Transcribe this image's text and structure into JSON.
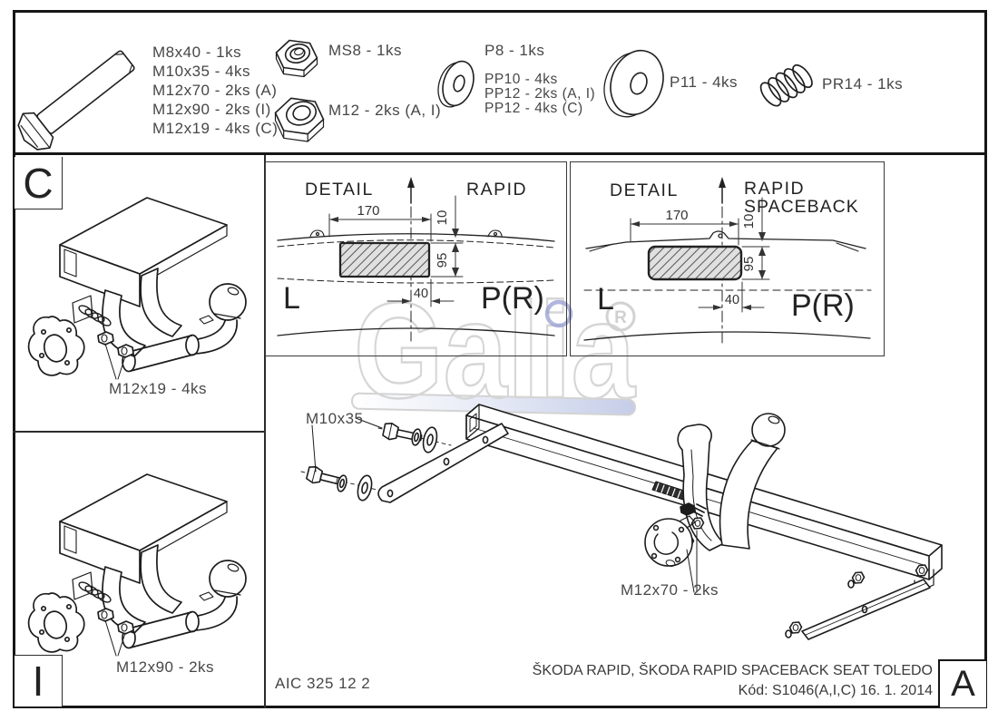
{
  "parts_strip": {
    "bolt": {
      "labels": [
        "M8x40 - 1ks",
        "M10x35 - 4ks",
        "M12x70 - 2ks (A)",
        "M12x90 - 2ks (I)",
        "M12x19 - 4ks (C)"
      ]
    },
    "lock_nut": {
      "label": "MS8 - 1ks"
    },
    "hex_nut": {
      "label": "M12 - 2ks (A, I)"
    },
    "washer_small": {
      "labels": [
        "P8 - 1ks",
        "PP10 - 4ks",
        "PP12 - 2ks (A, I)",
        "PP12 - 4ks (C)"
      ]
    },
    "washer_large": {
      "label": "P11 - 4ks"
    },
    "spring": {
      "label": "PR14 - 1ks"
    }
  },
  "left_panels": {
    "panel_c": {
      "tag": "C",
      "callout": "M12x19 - 4ks"
    },
    "panel_i": {
      "tag": "I",
      "callout": "M12x90 - 2ks"
    }
  },
  "details": {
    "rapid": {
      "title": "DETAIL",
      "model": "RAPID",
      "dim_width": "170",
      "dim_gap": "10",
      "dim_height": "95",
      "dim_offset": "40",
      "side_left": "L",
      "side_right": "P(R)"
    },
    "spaceback": {
      "title": "DETAIL",
      "model": "RAPID",
      "model2": "SPACEBACK",
      "dim_width": "170",
      "dim_gap": "10",
      "dim_height": "95",
      "dim_offset": "40",
      "side_left": "L",
      "side_right": "P(R)"
    }
  },
  "main_view": {
    "callout_upper_bolt": "M10x35",
    "callout_lower_bolt": "M12x70 - 2ks"
  },
  "watermark": {
    "text": "Galia",
    "registered": "R"
  },
  "title_block": {
    "drawing_number": "AIC 325 12 2",
    "vehicles": "ŠKODA RAPID, ŠKODA RAPID SPACEBACK SEAT TOLEDO",
    "code": "Kód: S1046(A,I,C)  16. 1. 2014",
    "revision": "A"
  }
}
